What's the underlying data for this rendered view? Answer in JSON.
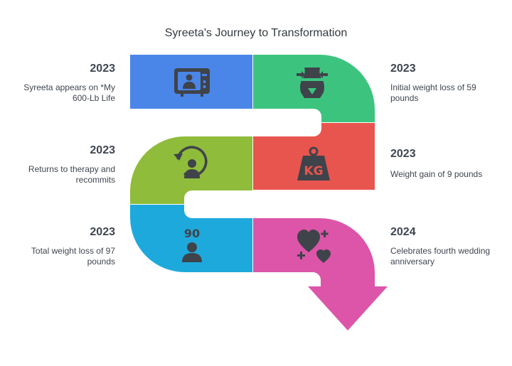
{
  "title": "Syreeta's Journey to Transformation",
  "colors": {
    "blue": "#4a86e8",
    "green": "#3cc47f",
    "red": "#e8554e",
    "olive": "#8fbc3a",
    "cyan": "#1ea9dc",
    "pink": "#dc55a9",
    "icon": "#3f434a"
  },
  "milestones": [
    {
      "year": "2023",
      "text": "Syreeta appears on *My 600-Lb Life",
      "icon": "tv-presenter-icon"
    },
    {
      "year": "2023",
      "text": "Initial weight loss of 59 pounds",
      "icon": "waist-measure-icon"
    },
    {
      "year": "2023",
      "text": "Weight gain of 9 pounds",
      "icon": "kg-weight-icon"
    },
    {
      "year": "2023",
      "text": "Returns to therapy and recommits",
      "icon": "person-cycle-icon"
    },
    {
      "year": "2023",
      "text": "Total weight loss of 97 pounds",
      "icon": "person-ninety-icon"
    },
    {
      "year": "2024",
      "text": "Celebrates fourth wedding anniversary",
      "icon": "hearts-icon"
    }
  ],
  "icon_labels": {
    "kg": "KG",
    "ninety": "90"
  }
}
